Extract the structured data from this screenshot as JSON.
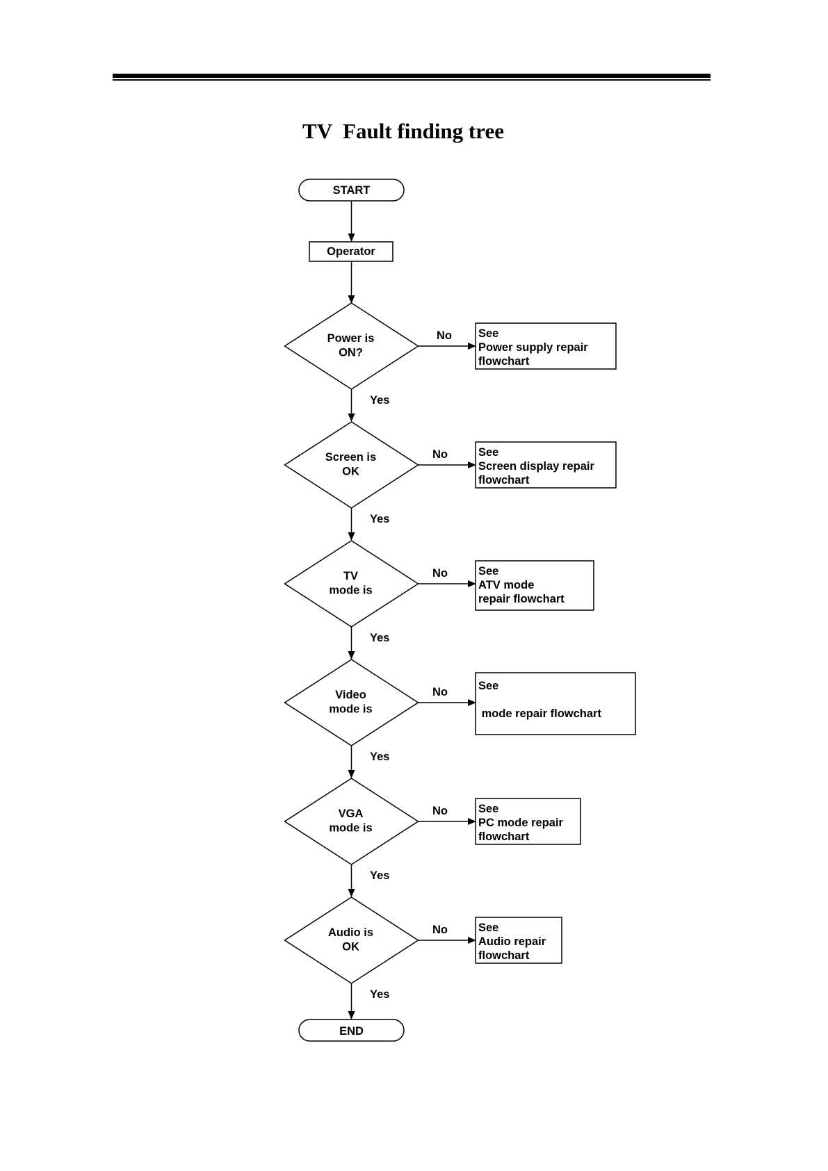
{
  "page": {
    "title": "TV  Fault finding tree"
  },
  "flowchart": {
    "start": "START",
    "end": "END",
    "operator": "Operator",
    "decisions": [
      {
        "id": "power",
        "lines": [
          "Power is",
          "ON?"
        ]
      },
      {
        "id": "screen",
        "lines": [
          "Screen is",
          "OK"
        ]
      },
      {
        "id": "tv",
        "lines": [
          "TV",
          "mode is"
        ]
      },
      {
        "id": "video",
        "lines": [
          "Video",
          "mode is"
        ]
      },
      {
        "id": "vga",
        "lines": [
          "VGA",
          "mode is"
        ]
      },
      {
        "id": "audio",
        "lines": [
          "Audio is",
          "OK"
        ]
      }
    ],
    "references": [
      {
        "id": "power",
        "lines": [
          "See",
          "Power supply repair",
          "flowchart"
        ]
      },
      {
        "id": "screen",
        "lines": [
          "See",
          "Screen display repair",
          "flowchart"
        ]
      },
      {
        "id": "tv",
        "lines": [
          "See",
          "ATV mode",
          "repair flowchart"
        ]
      },
      {
        "id": "video",
        "lines": [
          "See",
          "",
          " mode repair flowchart"
        ]
      },
      {
        "id": "vga",
        "lines": [
          "See",
          "PC mode repair",
          "flowchart"
        ]
      },
      {
        "id": "audio",
        "lines": [
          "See",
          "Audio repair",
          "flowchart"
        ]
      }
    ],
    "yes_label": "Yes",
    "no_label": "No"
  }
}
